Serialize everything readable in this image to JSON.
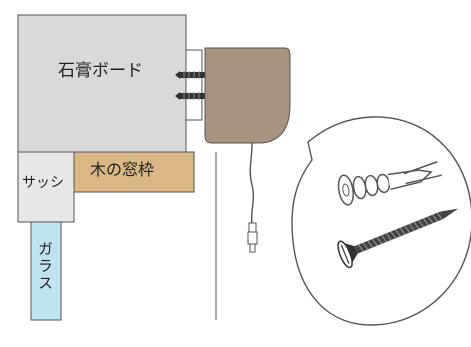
{
  "labels": {
    "plasterboard": "石膏ボード",
    "window_frame": "木の窓枠",
    "sash": "サッシ",
    "glass": "ガラス"
  },
  "colors": {
    "plasterboard": "#d9d9d9",
    "window_frame": "#d9b886",
    "sash": "#e8e8e8",
    "glass": "#bfe3ef",
    "adapter": "#a89380",
    "outline": "#555555"
  },
  "icons": {
    "adapter": "ac-adapter-icon",
    "anchors": "wall-anchor-icon",
    "screw": "screw-icon",
    "callout": "magnify-callout-icon"
  }
}
